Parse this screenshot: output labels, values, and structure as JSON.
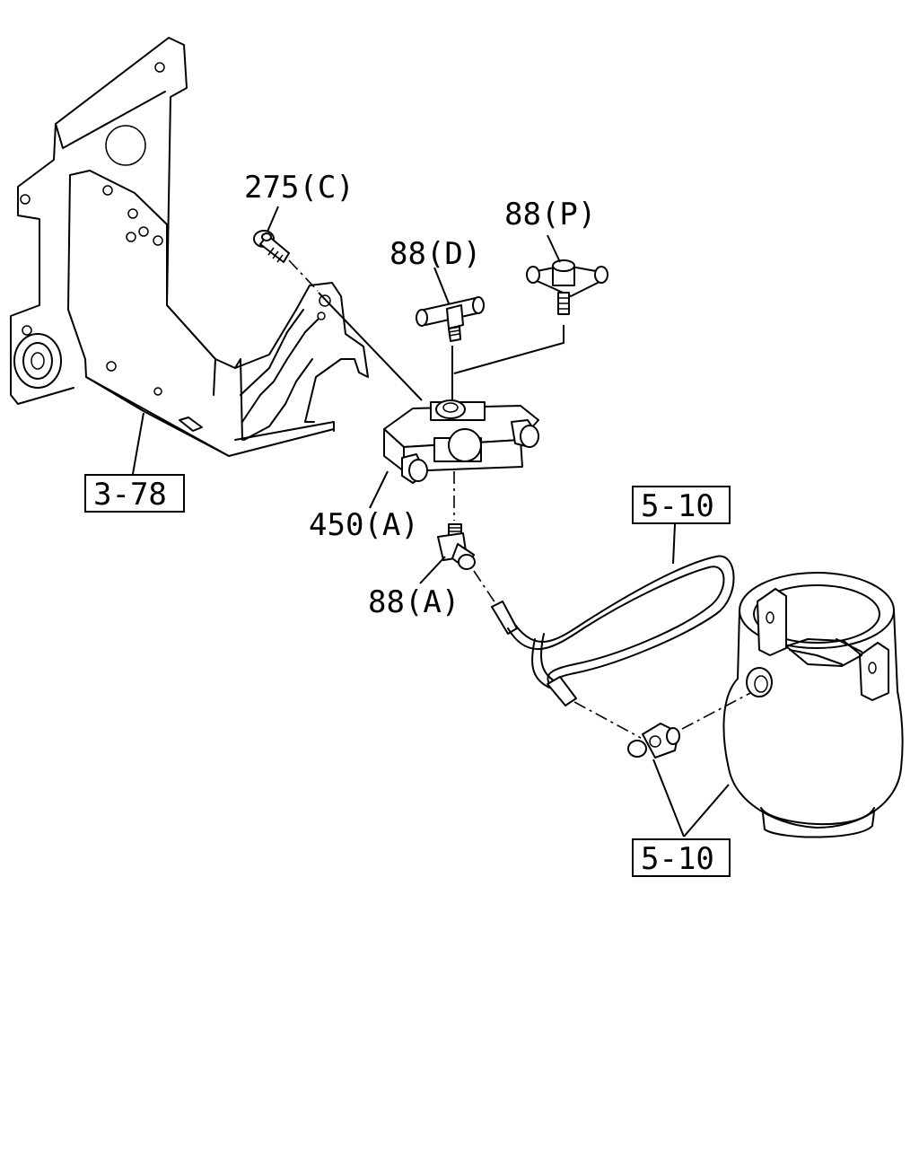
{
  "labels": {
    "bolt": "275(C)",
    "t_fitting": "88(D)",
    "y_fitting": "88(P)",
    "valve": "450(A)",
    "elbow": "88(A)"
  },
  "refs": {
    "bracket": "3-78",
    "hose": "5-10",
    "air_spring": "5-10"
  }
}
